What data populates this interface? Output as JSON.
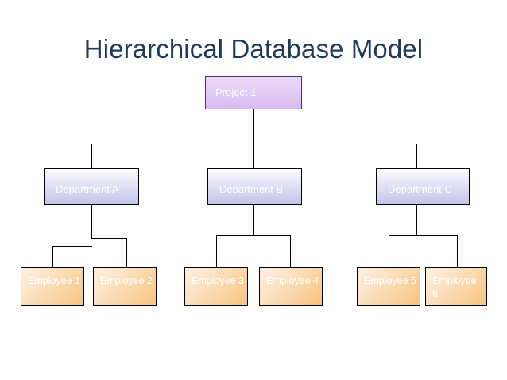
{
  "slide": {
    "title": "Hierarchical Database Model",
    "background_color": "#ffffff",
    "title_color": "#1f3a5f"
  },
  "diagram": {
    "type": "hierarchical-tree",
    "levels": 3,
    "root": {
      "label": "Project 1",
      "fill_top": "#e8d7f7",
      "fill_bottom": "#d6b9ee",
      "border_color": "#5b2c83",
      "text_color": "#ffffff"
    },
    "departments": [
      {
        "label": "Department A",
        "fill_top": "#fdfdff",
        "fill_bottom": "#c3c4ea",
        "border_color": "#000000",
        "text_color": "#ffffff",
        "children": [
          "Employee 1",
          "Employee 2"
        ]
      },
      {
        "label": "Department B",
        "fill_top": "#fdfdff",
        "fill_bottom": "#c3c4ea",
        "border_color": "#000000",
        "text_color": "#ffffff",
        "children": [
          "Employee 3",
          "Employee 4"
        ]
      },
      {
        "label": "Department C",
        "fill_top": "#fdfdff",
        "fill_bottom": "#c3c4ea",
        "border_color": "#000000",
        "text_color": "#ffffff",
        "children": [
          "Employee 5",
          "Employee 6"
        ]
      }
    ],
    "employees": [
      {
        "label": "Employee 1"
      },
      {
        "label": "Employee 2"
      },
      {
        "label": "Employee 3"
      },
      {
        "label": "Employee 4"
      },
      {
        "label": "Employee 5"
      },
      {
        "label": "Employee 6"
      }
    ],
    "employee_style": {
      "fill_top": "#fdf2e3",
      "fill_bottom": "#f7c379",
      "border_color": "#000000",
      "text_color": "#ffffff"
    },
    "connector_color": "#000000"
  }
}
